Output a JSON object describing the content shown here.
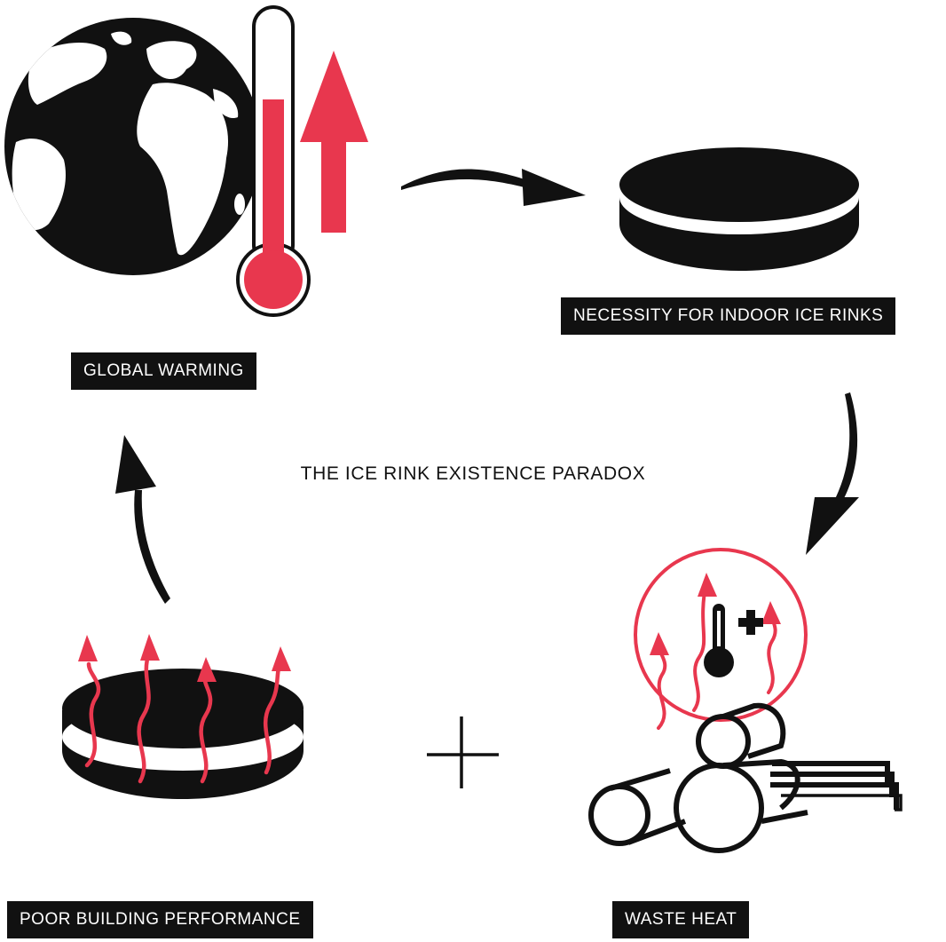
{
  "diagram": {
    "title": "THE ICE RINK EXISTENCE PARADOX",
    "nodes": [
      {
        "id": "global-warming",
        "label": "GLOBAL WARMING"
      },
      {
        "id": "indoor-ice-rinks",
        "label": "NECESSITY FOR INDOOR ICE RINKS"
      },
      {
        "id": "waste-heat",
        "label": "WASTE HEAT"
      },
      {
        "id": "poor-building-performance",
        "label": "POOR BUILDING PERFORMANCE"
      }
    ],
    "edges": [
      {
        "from": "global-warming",
        "to": "indoor-ice-rinks"
      },
      {
        "from": "indoor-ice-rinks",
        "to": "waste-heat"
      },
      {
        "from": "poor-building-performance",
        "to": "global-warming"
      }
    ],
    "combiner_symbol": "+"
  },
  "colors": {
    "accent": "#e8374e",
    "ink": "#111111",
    "background": "#ffffff"
  },
  "icons": [
    "globe-icon",
    "thermometer-icon",
    "up-arrow-icon",
    "hockey-puck-icon",
    "pipes-icon",
    "heat-wave-icon"
  ]
}
